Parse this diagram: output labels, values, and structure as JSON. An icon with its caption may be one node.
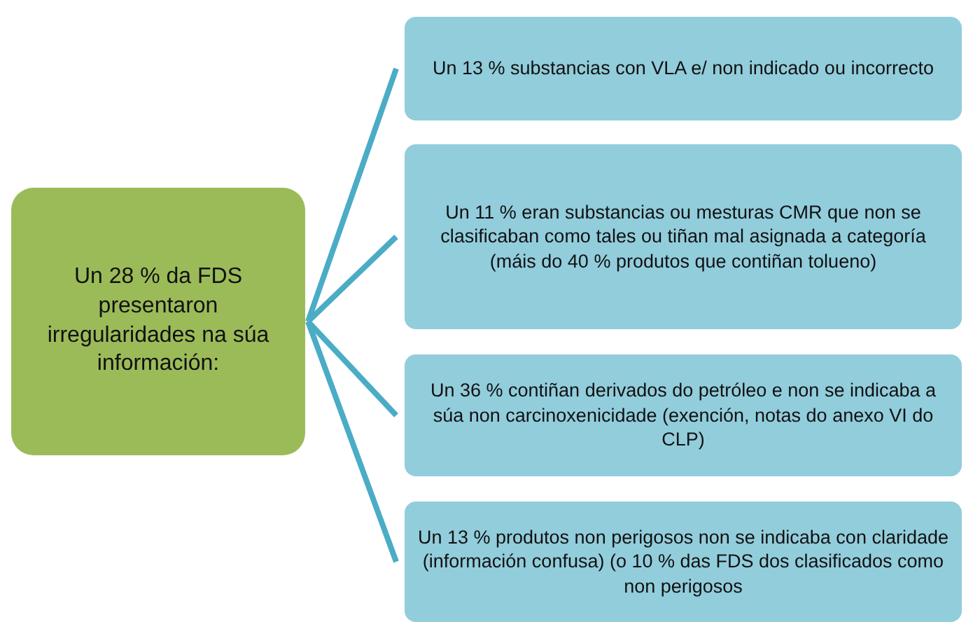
{
  "diagram": {
    "nodes": [
      {
        "text": [
          "Un 28 % da FDS presentaron irregularidades na súa información:"
        ]
      },
      {
        "text": [
          "Un 13 % substancias con VLA e/ non indicado ou incorrecto"
        ]
      },
      {
        "text": [
          "Un 11 % eran substancias ou mesturas CMR que non se clasificaban como tales ou tiñan mal asignada a categoría (máis do 40 % produtos que contiñan tolueno)"
        ]
      },
      {
        "text": [
          "Un 36 % contiñan derivados do petróleo e non se indicaba a súa non carcinoxenicidade (exención, notas do anexo VI do CLP)"
        ]
      },
      {
        "text": [
          "Un 13 % produtos non perigosos non se indicaba con claridade (información confusa) (o 10 % das FDS dos clasificados como non perigosos"
        ]
      }
    ],
    "edges": [
      {
        "from": 0,
        "to": 1,
        "arrow": "none"
      },
      {
        "from": 0,
        "to": 2,
        "arrow": "none"
      },
      {
        "from": 0,
        "to": 3,
        "arrow": "none"
      },
      {
        "from": 0,
        "to": 4,
        "arrow": "none"
      }
    ]
  }
}
